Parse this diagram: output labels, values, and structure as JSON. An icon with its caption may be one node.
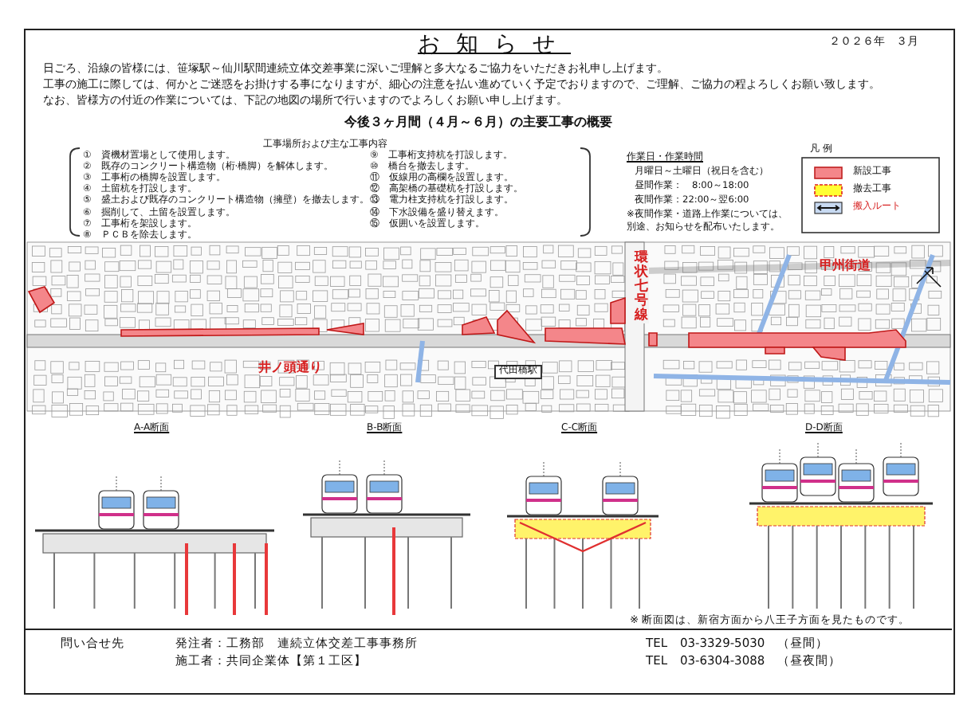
{
  "diagram": {
    "title": "お知らせ",
    "labels": [
      "２０２６年　３月",
      "日ごろ、沿線の皆様には、笹塚駅～仙川駅間連続立体交差事業に深いご理解と多大なるご協力をいただきお礼申し上げます。",
      "工事の施工に際しては、何かとご迷惑をお掛けする事になりますが、細心の注意を払い進めていく予定でおりますので、ご理解、ご協力の程よろしくお願い致します。",
      "なお、皆様方の付近の作業については、下記の地図の場所で行いますのでよろしくお願い申し上げます。",
      "今後３ヶ月間（４月～６月）の主要工事の概要",
      "工事場所および主な工事内容",
      "①　資機材置場として使用します。",
      "②　既存のコンクリート構造物（桁·橋脚）を解体します。",
      "③　工事桁の橋脚を設置します。",
      "④　土留杭を打設します。",
      "⑤　盛土および既存のコンクリート構造物（擁壁）を撤去します。",
      "⑥　掘削して、土留を設置します。",
      "⑦　工事桁を架設します。",
      "⑧　ＰＣＢを除去します。",
      "⑨　工事桁支持杭を打設します。",
      "⑩　橋台を撤去します。",
      "⑪　仮線用の高欄を設置します。",
      "⑫　高架橋の基礎杭を打設します。",
      "⑬　電力柱支持杭を打設します。",
      "⑭　下水設備を盛り替えます。",
      "⑮　仮囲いを設置します。",
      "作業日・作業時間",
      "月曜日～土曜日（祝日を含む）",
      "昼間作業：　8:00～18:00",
      "夜間作業：22:00～翌6:00",
      "※夜間作業・道路上作業については、別途、お知らせを配布いたします。",
      "凡 例",
      "環状七号線",
      "甲州街道",
      "井ノ頭通り",
      "代田橋駅",
      "A-A断面",
      "B-B断面",
      "C-C断面",
      "D-D断面",
      "※ 断面図は、新宿方面から八王子方面を見たものです。",
      "問い合せ先",
      "発注者：工務部　連続立体交差工事事務所",
      "TEL　03-3329-5030　（昼間）",
      "施工者：共同企業体【第１工区】",
      "TEL　03-6304-3088　（昼夜間）"
    ],
    "legend": [
      {
        "text": "新設工事",
        "color": "#f4868a"
      },
      {
        "text": "撤去工事",
        "color": "#ffff33"
      },
      {
        "text": "搬入ルート"
      }
    ]
  }
}
